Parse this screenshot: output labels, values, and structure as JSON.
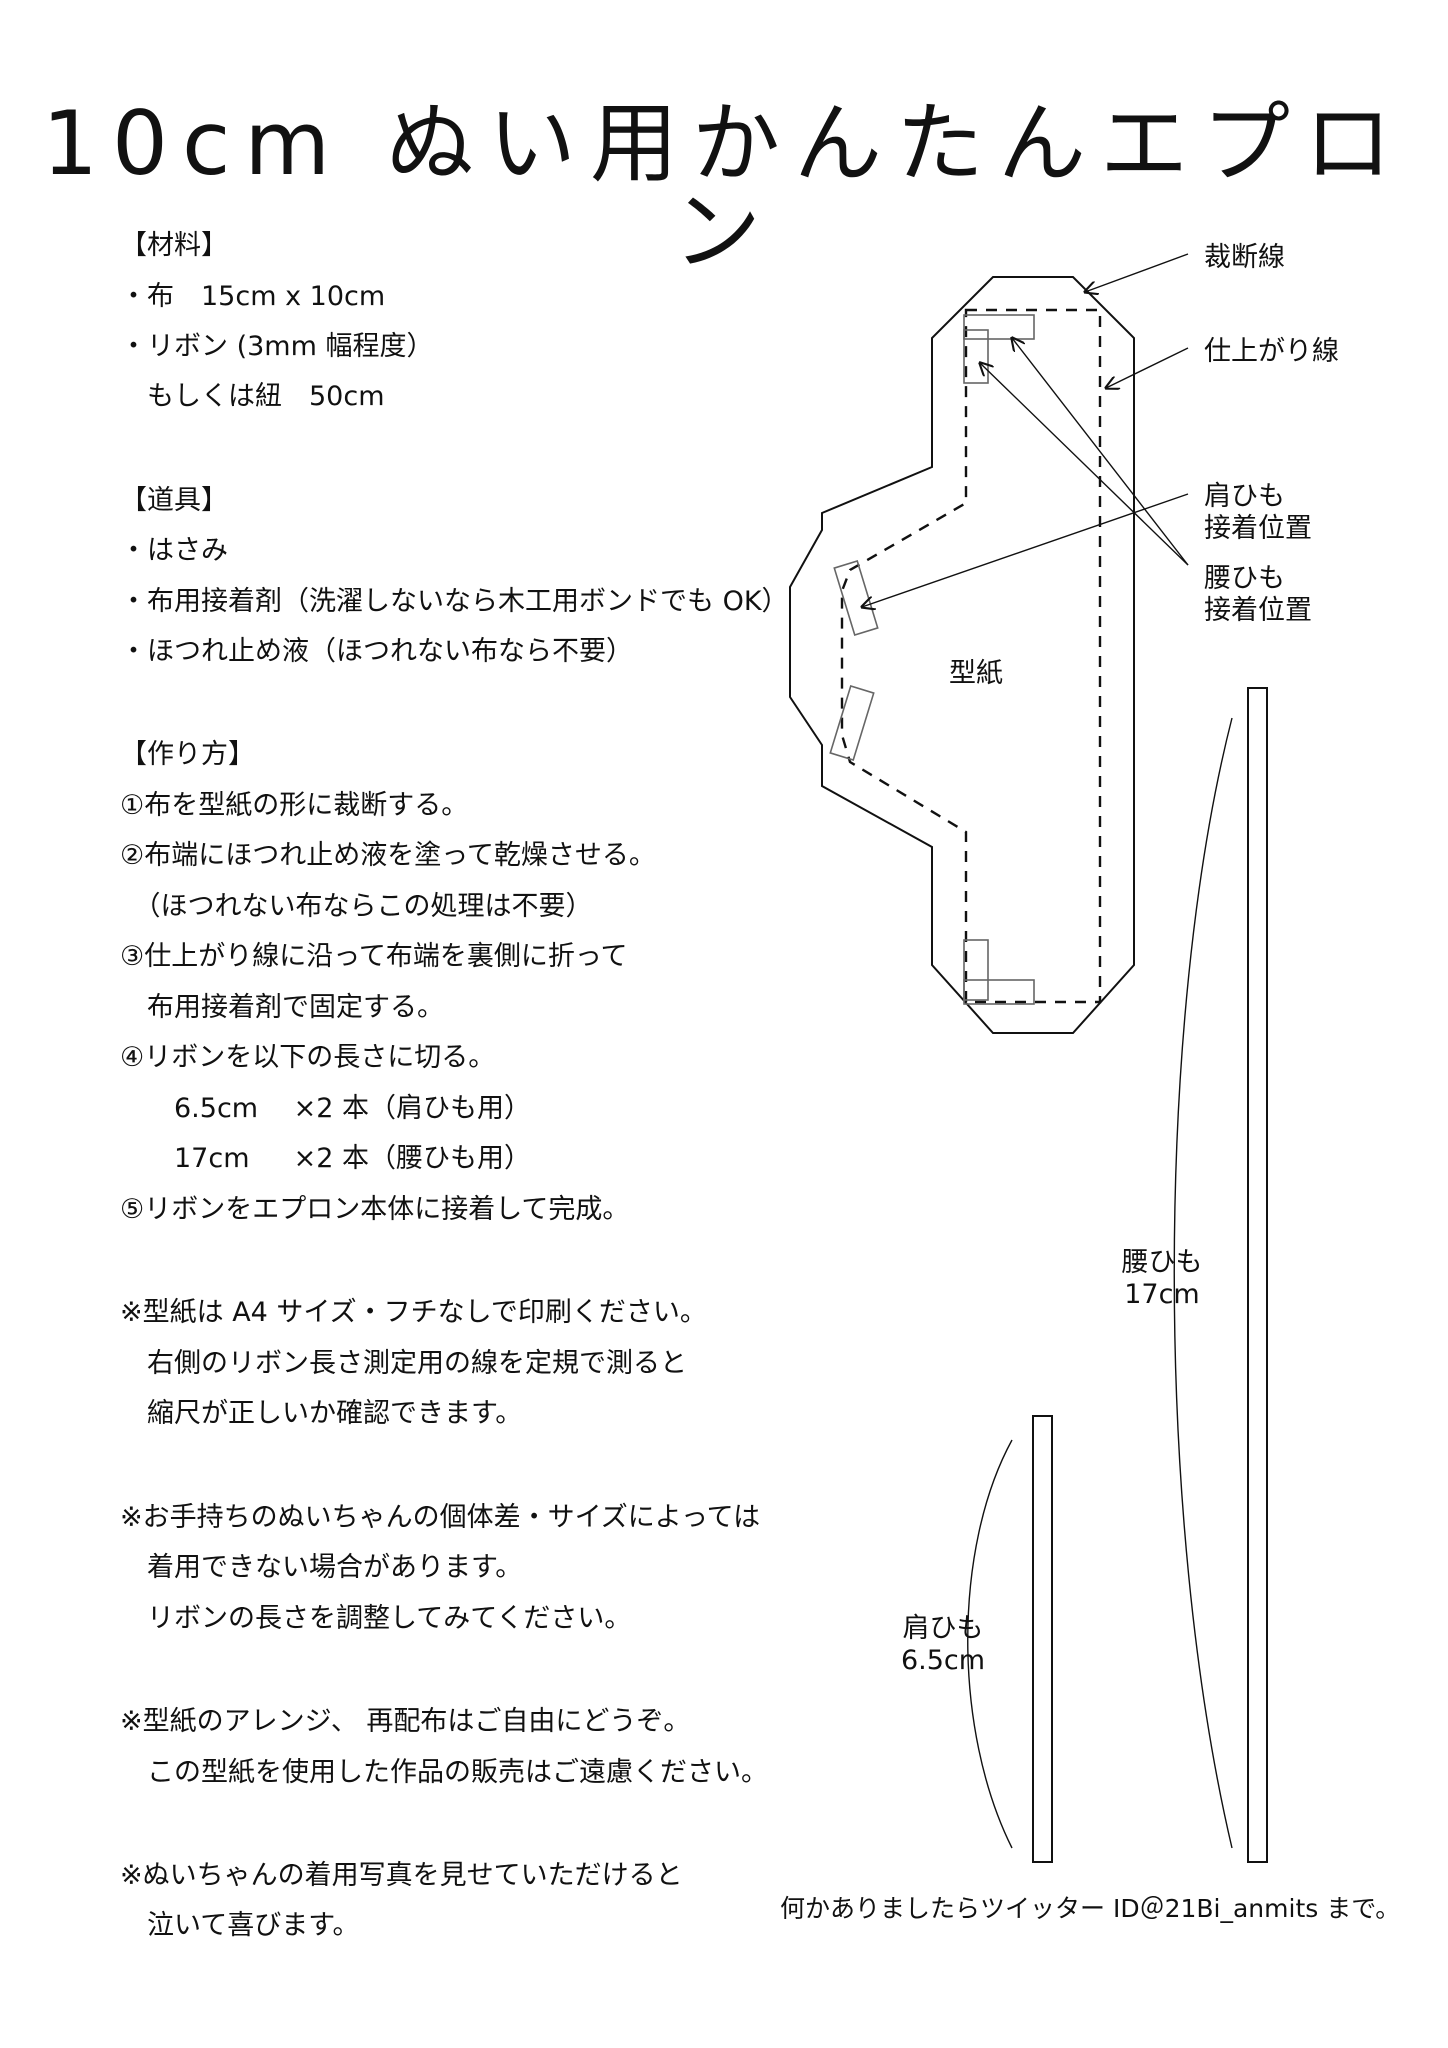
{
  "title": "10cm ぬい用かんたんエプロン",
  "materials": {
    "heading": "【材料】",
    "items": [
      "・布　15cm x 10cm",
      "・リボン (3mm 幅程度）",
      "　もしくは紐　50cm"
    ]
  },
  "tools": {
    "heading": "【道具】",
    "items": [
      "・はさみ",
      "・布用接着剤（洗濯しないなら木工用ボンドでも OK）",
      "・ほつれ止め液（ほつれない布なら不要）"
    ]
  },
  "steps": {
    "heading": "【作り方】",
    "items": [
      "①布を型紙の形に裁断する。",
      "②布端にほつれ止め液を塗って乾燥させる。",
      "　（ほつれない布ならこの処理は不要）",
      "③仕上がり線に沿って布端を裏側に折って",
      "　布用接着剤で固定する。",
      "④リボンを以下の長さに切る。",
      "　　6.5cm　 ×2 本（肩ひも用）",
      "　　17cm　  ×2 本（腰ひも用）",
      "⑤リボンをエプロン本体に接着して完成。"
    ]
  },
  "notes": [
    [
      "※型紙は A4 サイズ・フチなしで印刷ください。",
      "　右側のリボン長さ測定用の線を定規で測ると",
      "　縮尺が正しいか確認できます。"
    ],
    [
      "※お手持ちのぬいちゃんの個体差・サイズによっては",
      "　着用できない場合があります。",
      "　リボンの長さを調整してみてください。"
    ],
    [
      "※型紙のアレンジ、 再配布はご自由にどうぞ。",
      "　この型紙を使用した作品の販売はご遠慮ください。"
    ],
    [
      "※ぬいちゃんの着用写真を見せていただけると",
      "　泣いて喜びます。"
    ]
  ],
  "diagram": {
    "cut_line": "裁断線",
    "finish_line": "仕上がり線",
    "shoulder_attach": [
      "肩ひも",
      "接着位置"
    ],
    "waist_attach": [
      "腰ひも",
      "接着位置"
    ],
    "pattern": "型紙",
    "waist_strap": [
      "腰ひも",
      "17cm"
    ],
    "shoulder_strap": [
      "肩ひも",
      "6.5cm"
    ]
  },
  "contact": "何かありましたらツイッター ID＠21Bi_anmits まで。",
  "colors": {
    "ink": "#111111",
    "tab": "#666666"
  }
}
